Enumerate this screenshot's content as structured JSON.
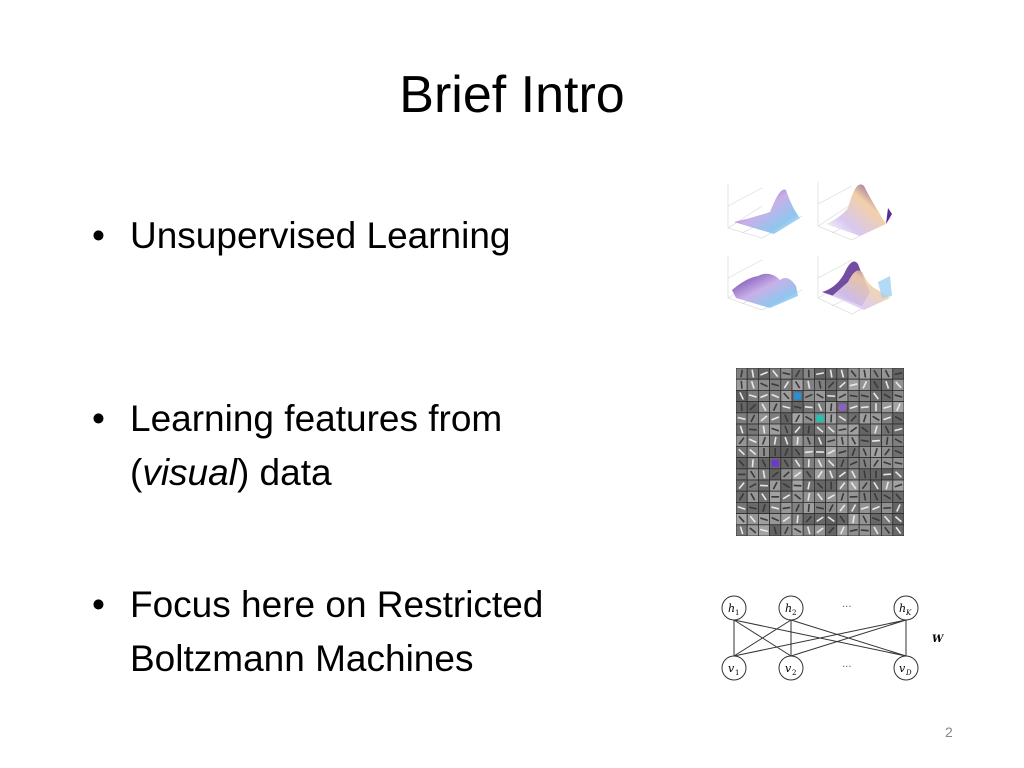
{
  "slide": {
    "title": "Brief Intro",
    "page_number": "2"
  },
  "bullets": [
    {
      "marker": "•",
      "lines": [
        "Unsupervised Learning"
      ]
    },
    {
      "marker": "•",
      "lines": [
        "Learning features from"
      ],
      "line2": {
        "open": "(",
        "italic": "visual",
        "close": ") data"
      }
    },
    {
      "marker": "•",
      "lines": [
        "Focus here on Restricted",
        "Boltzmann Machines"
      ]
    }
  ],
  "rbm_diagram": {
    "hidden_labels": [
      "h",
      "h",
      "h"
    ],
    "hidden_subscripts": [
      "1",
      "2",
      "K"
    ],
    "visible_labels": [
      "v",
      "v",
      "v"
    ],
    "visible_subscripts": [
      "1",
      "2",
      "D"
    ],
    "ellipsis": "···",
    "weight_label": "W"
  }
}
